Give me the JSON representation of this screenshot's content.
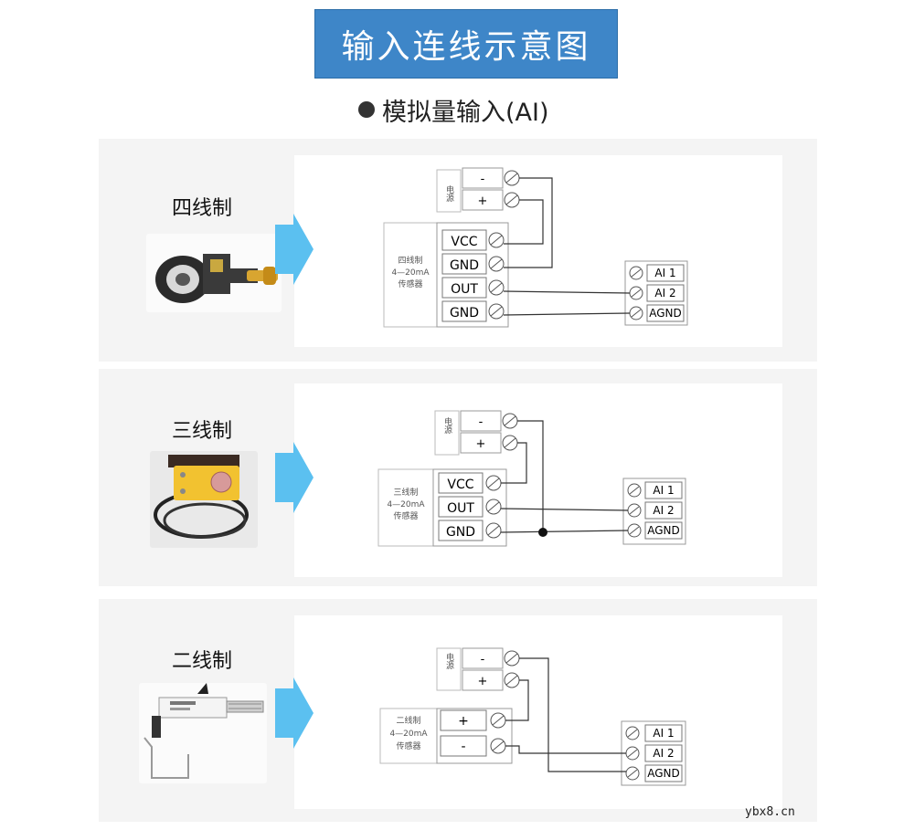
{
  "title": "输入连线示意图",
  "subtitle": "模拟量输入(AI)",
  "watermark": "ybx8.cn",
  "power_label": "电源",
  "sections": [
    {
      "name": "四线制",
      "sensor_text": [
        "四线制",
        "4—20mA",
        "传感器"
      ],
      "sensor_terminals": [
        "VCC",
        "GND",
        "OUT",
        "GND"
      ],
      "power_terminals": [
        "-",
        "+"
      ],
      "ai_terminals": [
        "AI 1",
        "AI 2",
        "AGND"
      ]
    },
    {
      "name": "三线制",
      "sensor_text": [
        "三线制",
        "4—20mA",
        "传感器"
      ],
      "sensor_terminals": [
        "VCC",
        "OUT",
        "GND"
      ],
      "power_terminals": [
        "-",
        "+"
      ],
      "ai_terminals": [
        "AI 1",
        "AI 2",
        "AGND"
      ]
    },
    {
      "name": "二线制",
      "sensor_text": [
        "二线制",
        "4—20mA",
        "传感器"
      ],
      "sensor_terminals": [
        "+",
        "-"
      ],
      "power_terminals": [
        "-",
        "+"
      ],
      "ai_terminals": [
        "AI 1",
        "AI 2",
        "AGND"
      ]
    }
  ],
  "colors": {
    "banner": "#3e86c8",
    "arrow": "#5bc0f0",
    "panel": "#f4f4f4",
    "wire": "#333333"
  }
}
